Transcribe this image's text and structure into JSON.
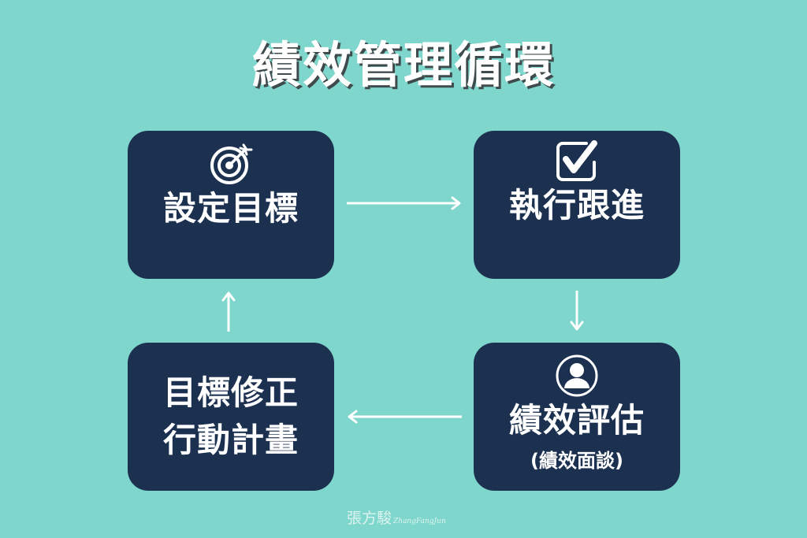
{
  "title": "績效管理循環",
  "colors": {
    "background": "#7fd6cc",
    "box": "#1c3150",
    "text": "#ffffff",
    "title_shadow": "#3f4a4c"
  },
  "steps": [
    {
      "id": "set-goals",
      "label": "設定目標",
      "icon": "target-icon"
    },
    {
      "id": "execute-follow-up",
      "label": "執行跟進",
      "icon": "checkbox-check-icon"
    },
    {
      "id": "performance-evaluation",
      "label": "績效評估",
      "sublabel": "(績效面談)",
      "icon": "user-circle-icon"
    },
    {
      "id": "revise-plan",
      "label_line1": "目標修正",
      "label_line2": "行動計畫"
    }
  ],
  "flow": [
    {
      "from": "設定目標",
      "to": "執行跟進",
      "direction": "right"
    },
    {
      "from": "執行跟進",
      "to": "績效評估",
      "direction": "down"
    },
    {
      "from": "績效評估",
      "to": "目標修正 行動計畫",
      "direction": "left"
    },
    {
      "from": "目標修正 行動計畫",
      "to": "設定目標",
      "direction": "up"
    }
  ],
  "signature": {
    "chinese": "張方駿",
    "latin": "ZhangFangJun"
  }
}
